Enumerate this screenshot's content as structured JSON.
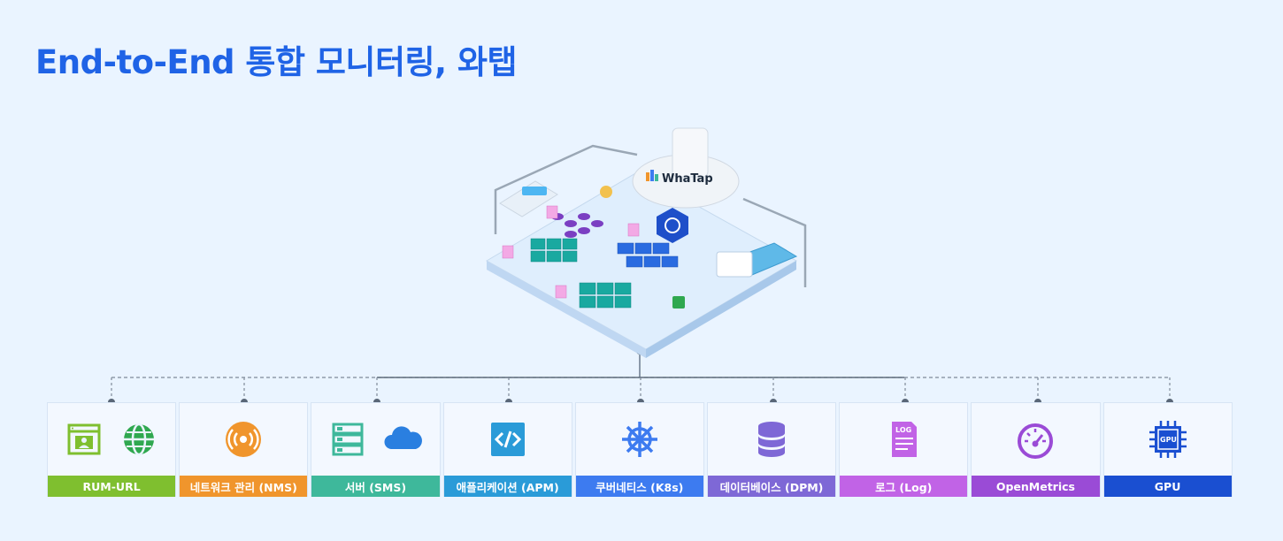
{
  "title": "End-to-End 통합 모니터링, 와탭",
  "logo_text": "WhaTap",
  "colors": {
    "title": "#1f63e6",
    "background": "#eaf4ff"
  },
  "categories": [
    {
      "label": "RUM-URL",
      "color": "#7fbf2f",
      "icons": [
        "browser-user-icon",
        "globe-icon"
      ]
    },
    {
      "label": "네트워크 관리 (NMS)",
      "color": "#f0952c",
      "icons": [
        "broadcast-icon"
      ]
    },
    {
      "label": "서버 (SMS)",
      "color": "#3eb89b",
      "icons": [
        "server-rack-icon",
        "cloud-icon"
      ]
    },
    {
      "label": "애플리케이션 (APM)",
      "color": "#2a9bd8",
      "icons": [
        "code-icon"
      ]
    },
    {
      "label": "쿠버네티스 (K8s)",
      "color": "#3d7bf0",
      "icons": [
        "kubernetes-icon"
      ]
    },
    {
      "label": "데이터베이스 (DPM)",
      "color": "#7e68d6",
      "icons": [
        "database-icon"
      ]
    },
    {
      "label": "로그 (Log)",
      "color": "#c163e6",
      "icons": [
        "log-file-icon"
      ]
    },
    {
      "label": "OpenMetrics",
      "color": "#9a4bd6",
      "icons": [
        "gauge-icon"
      ]
    },
    {
      "label": "GPU",
      "color": "#1a4fd1",
      "icons": [
        "gpu-chip-icon"
      ]
    }
  ]
}
